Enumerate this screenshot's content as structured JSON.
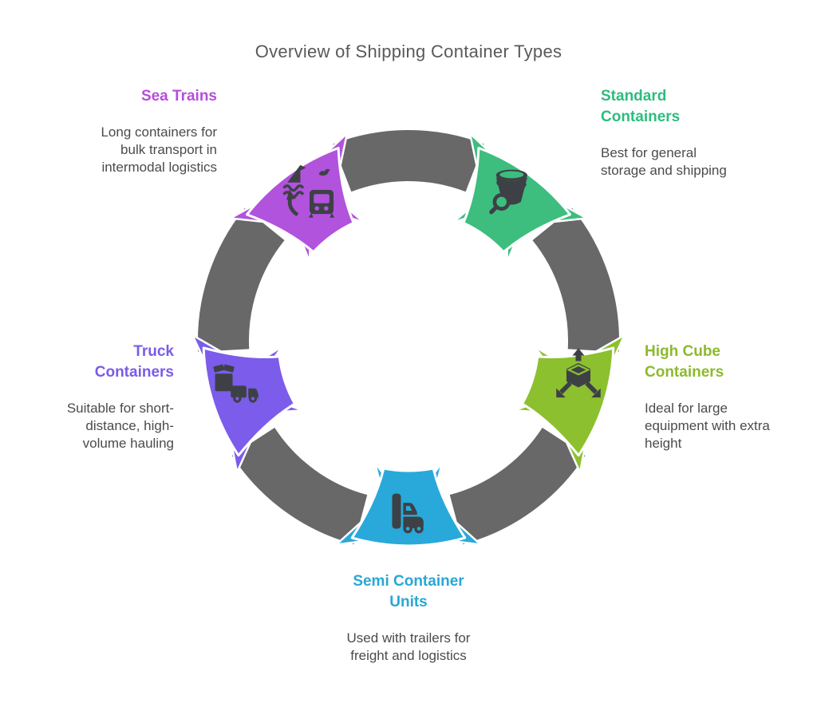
{
  "title": "Overview of Shipping Container Types",
  "diagram": {
    "background": "#ffffff",
    "ring_color": "#686868",
    "icon_color": "#3d4146",
    "items": [
      {
        "id": "sea-trains",
        "label": "Sea Trains",
        "description": "Long containers for bulk transport in intermodal logistics",
        "color": "#b153dc",
        "text_color": "#b44edb",
        "icon": "ship-train-icon",
        "angle": 234
      },
      {
        "id": "standard-containers",
        "label": "Standard Containers",
        "description": "Best for general storage and shipping",
        "color": "#3dbd7e",
        "text_color": "#2ebc7e",
        "icon": "bucket-search-icon",
        "angle": 306
      },
      {
        "id": "high-cube-containers",
        "label": "High Cube Containers",
        "description": "Ideal for large equipment with extra height",
        "color": "#8cc02f",
        "text_color": "#8cba2e",
        "icon": "cube-expand-icon",
        "angle": 18
      },
      {
        "id": "semi-container-units",
        "label": "Semi Container Units",
        "description": "Used with trailers for freight and logistics",
        "color": "#29a9da",
        "text_color": "#29a7d5",
        "icon": "semi-truck-icon",
        "angle": 90
      },
      {
        "id": "truck-containers",
        "label": "Truck Containers",
        "description": "Suitable for short-distance, high-volume hauling",
        "color": "#7c5cea",
        "text_color": "#7a5ce8",
        "icon": "box-truck-icon",
        "angle": 162
      }
    ]
  }
}
